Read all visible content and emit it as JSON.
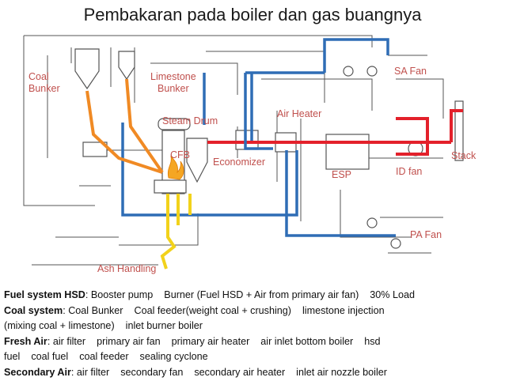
{
  "title": "Pembakaran pada boiler dan gas buangnya",
  "labels": {
    "coal_bunker_1": "Coal",
    "coal_bunker_2": "Bunker",
    "limestone_1": "Limestone",
    "limestone_2": "Bunker",
    "steam_drum": "Steam Drum",
    "cfb": "CFB",
    "economizer": "Economizer",
    "air_heater": "Air Heater",
    "esp": "ESP",
    "id_fan": "ID fan",
    "sa_fan": "SA Fan",
    "stack": "Stack",
    "pa_fan": "PA Fan",
    "ash_handling": "Ash Handling"
  },
  "colors": {
    "label": "#c0504d",
    "flue_gas": "#e3212b",
    "air": "#2f6db5",
    "coal": "#f08a24",
    "ash": "#f2d21b",
    "equipment": "#555555"
  },
  "notes": {
    "fuel_hsd": {
      "head": "Fuel system HSD",
      "items": [
        "Booster pump",
        "Burner (Fuel HSD + Air from primary air fan)",
        "30% Load"
      ]
    },
    "coal": {
      "head": "Coal system",
      "items": [
        "Coal Bunker",
        "Coal feeder(weight coal + crushing)",
        "limestone injection"
      ],
      "items2": [
        "(mixing coal + limestone)",
        "inlet burner boiler"
      ]
    },
    "fresh_air": {
      "head": "Fresh Air",
      "items": [
        "air filter",
        "primary air fan",
        "primary air heater",
        "air inlet bottom boiler",
        "hsd"
      ],
      "items2": [
        "fuel",
        "coal fuel",
        "coal feeder",
        "sealing cyclone"
      ]
    },
    "secondary_air": {
      "head": "Secondary Air",
      "items": [
        "air filter",
        "secondary fan",
        "secondary air heater",
        "inlet air nozzle boiler"
      ]
    }
  }
}
